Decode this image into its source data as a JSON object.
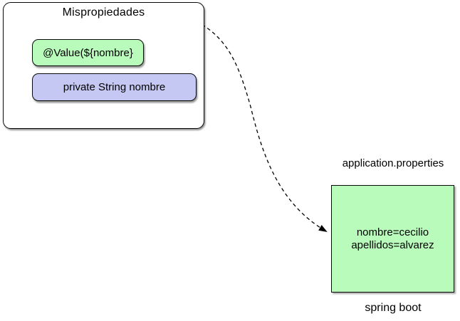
{
  "diagram": {
    "class_box": {
      "title": "Mispropiedades",
      "annotation_chip": "@Value(${nombre}",
      "field_chip": "private String nombre"
    },
    "properties_file": {
      "label": "application.properties",
      "lines": [
        "nombre=cecilio",
        "apellidos=alvarez"
      ],
      "caption": "spring boot"
    },
    "colors": {
      "green": "#b9fbbb",
      "purple": "#c6c8f4",
      "ink": "#000000"
    }
  }
}
